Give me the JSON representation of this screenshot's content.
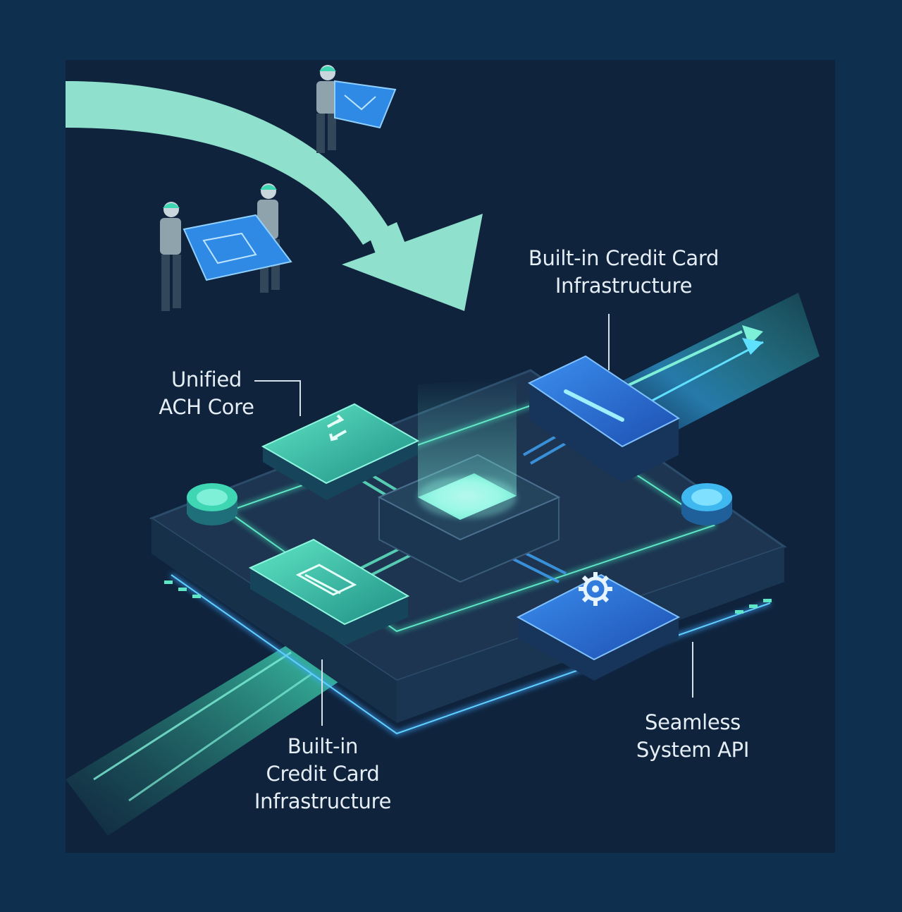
{
  "labels": {
    "credit_card_top": [
      "Built-in Credit Card",
      "Infrastructure"
    ],
    "ach_core": [
      "Unified",
      "ACH Core"
    ],
    "credit_card_bottom": [
      "Built-in",
      "Credit Card",
      "Infrastructure"
    ],
    "system_api": [
      "Seamless",
      "System API"
    ]
  },
  "colors": {
    "page_bg": "#0f2f4e",
    "panel_bg": "#0f233c",
    "teal": "#3fd6b3",
    "mint_arrow": "#8fe0cc",
    "blue": "#2a6fd6",
    "platform": "#1d3550"
  },
  "icons": {
    "ach_module": "transfer-arrows-icon",
    "card_module": "credit-card-icon",
    "api_module": "gear-icon"
  }
}
